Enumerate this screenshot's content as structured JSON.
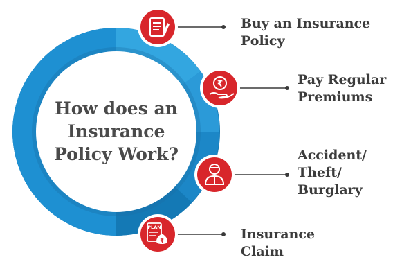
{
  "title_lines": [
    "How does an",
    "Insurance",
    "Policy Work?"
  ],
  "steps": [
    {
      "lines": [
        "Buy an Insurance",
        "Policy"
      ],
      "icon": "policy-document-icon"
    },
    {
      "lines": [
        "Pay Regular",
        "Premiums"
      ],
      "icon": "rupee-hand-icon"
    },
    {
      "lines": [
        "Accident/",
        "Theft/",
        "Burglary"
      ],
      "icon": "injured-person-icon"
    },
    {
      "lines": [
        "Insurance",
        "Claim"
      ],
      "icon": "plan-money-bag-icon"
    }
  ],
  "icon_text": {
    "plan": "PLAN"
  },
  "colors": {
    "ring_dark": "#1479b5",
    "ring_mid": "#1e90d2",
    "ring_light": "#33a6e0",
    "icon_red": "#d8262b",
    "text": "#3c3c3c"
  }
}
